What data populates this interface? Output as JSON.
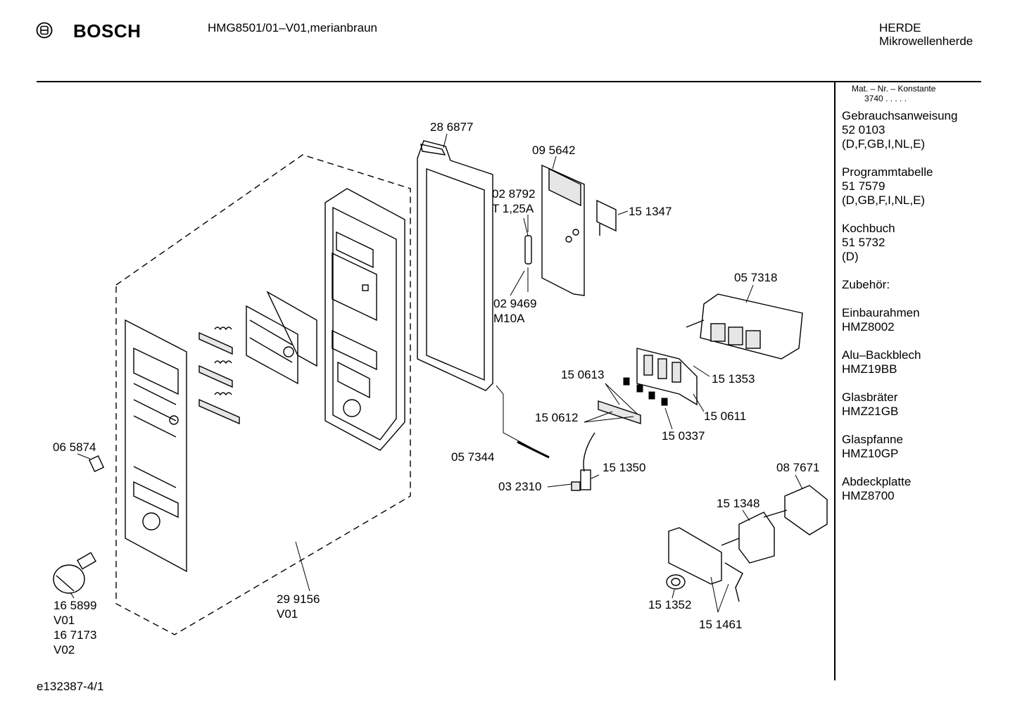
{
  "header": {
    "brand": "BOSCH",
    "model": "HMG8501/01–V01,merianbraun",
    "category_lines": [
      "HERDE",
      "Mikrowellenherde"
    ]
  },
  "sidebar": {
    "mat_title": "Mat. – Nr. – Konstante",
    "mat_value": "3740  .  .  .  .  .",
    "items": [
      {
        "lines": [
          "Gebrauchsanweisung",
          "52 0103",
          "(D,F,GB,I,NL,E)"
        ]
      },
      {
        "lines": [
          "Programmtabelle",
          "51 7579",
          "(D,GB,F,I,NL,E)"
        ]
      },
      {
        "lines": [
          "Kochbuch",
          "51 5732",
          "(D)"
        ]
      },
      {
        "lines": [
          "Zubehör:"
        ]
      },
      {
        "lines": [
          "Einbaurahmen",
          "HMZ8002"
        ]
      },
      {
        "lines": [
          "Alu–Backblech",
          "HMZ19BB"
        ]
      },
      {
        "lines": [
          "Glasbräter",
          "HMZ21GB"
        ]
      },
      {
        "lines": [
          "Glaspfanne",
          "HMZ10GP"
        ]
      },
      {
        "lines": [
          "Abdeckplatte",
          "HMZ8700"
        ]
      }
    ]
  },
  "parts": {
    "p286877": "28 6877",
    "p095642": "09 5642",
    "p028792": "02 8792",
    "p028792_sub": "T 1,25A",
    "p151347": "15 1347",
    "p029469": "02 9469",
    "p029469_sub": "M10A",
    "p057318": "05 7318",
    "p151353": "15 1353",
    "p150613": "15 0613",
    "p150612": "15 0612",
    "p150611": "15 0611",
    "p150337": "15 0337",
    "p065874": "06 5874",
    "p057344": "05 7344",
    "p151350": "15 1350",
    "p032310": "03 2310",
    "p087671": "08 7671",
    "p151348": "15 1348",
    "p165899": "16 5899",
    "p165899_v": "V01",
    "p167173": "16 7173",
    "p167173_v": "V02",
    "p299156": "29 9156",
    "p299156_v": "V01",
    "p151352": "15 1352",
    "p151461": "15 1461"
  },
  "footer": {
    "code": "e132387-4/1"
  }
}
